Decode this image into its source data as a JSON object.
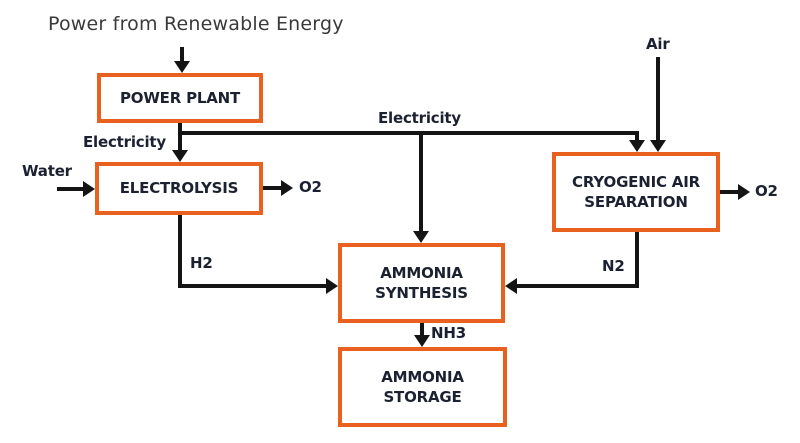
{
  "title": "Power from Renewable Energy",
  "colors": {
    "box_border": "#e8611e",
    "box_fill": "#ffffff",
    "line": "#141414",
    "label": "#1b2130",
    "title_text": "#3a3a3a"
  },
  "boxes": {
    "power_plant": "POWER PLANT",
    "electrolysis": "ELECTROLYSIS",
    "cryogenic_air_separation": "CRYOGENIC AIR SEPARATION",
    "ammonia_synthesis": "AMMONIA SYNTHESIS",
    "ammonia_storage": "AMMONIA STORAGE"
  },
  "streams": {
    "electricity_to_electrolysis": "Electricity",
    "electricity_main": "Electricity",
    "water": "Water",
    "oxygen_electrolysis": "O2",
    "air": "Air",
    "oxygen_air_separation": "O2",
    "hydrogen": "H2",
    "nitrogen": "N2",
    "ammonia": "NH3"
  }
}
